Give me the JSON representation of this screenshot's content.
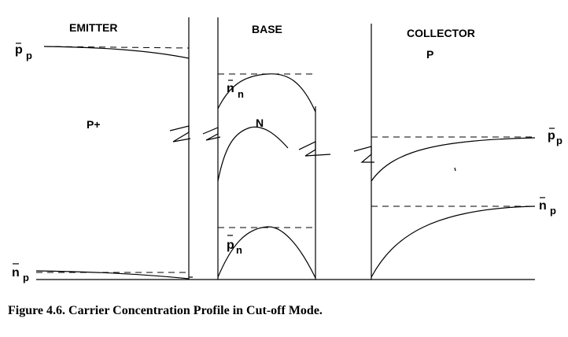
{
  "regions": {
    "emitter_title": "EMITTER",
    "base_title": "BASE",
    "collector_title": "COLLECTOR",
    "emitter_type": "P+",
    "base_type": "N",
    "collector_type": "P"
  },
  "carriers": {
    "emitter_majority": {
      "bar": "p",
      "sub": "p"
    },
    "emitter_minority": {
      "bar": "n",
      "sub": "p"
    },
    "base_majority": {
      "bar": "n",
      "sub": "n"
    },
    "base_minority": {
      "bar": "p",
      "sub": "n"
    },
    "collector_majority": {
      "bar": "p",
      "sub": "p"
    },
    "collector_minority": {
      "bar": "n",
      "sub": "p"
    }
  },
  "caption": "Figure 4.6. Carrier Concentration Profile in Cut-off Mode."
}
